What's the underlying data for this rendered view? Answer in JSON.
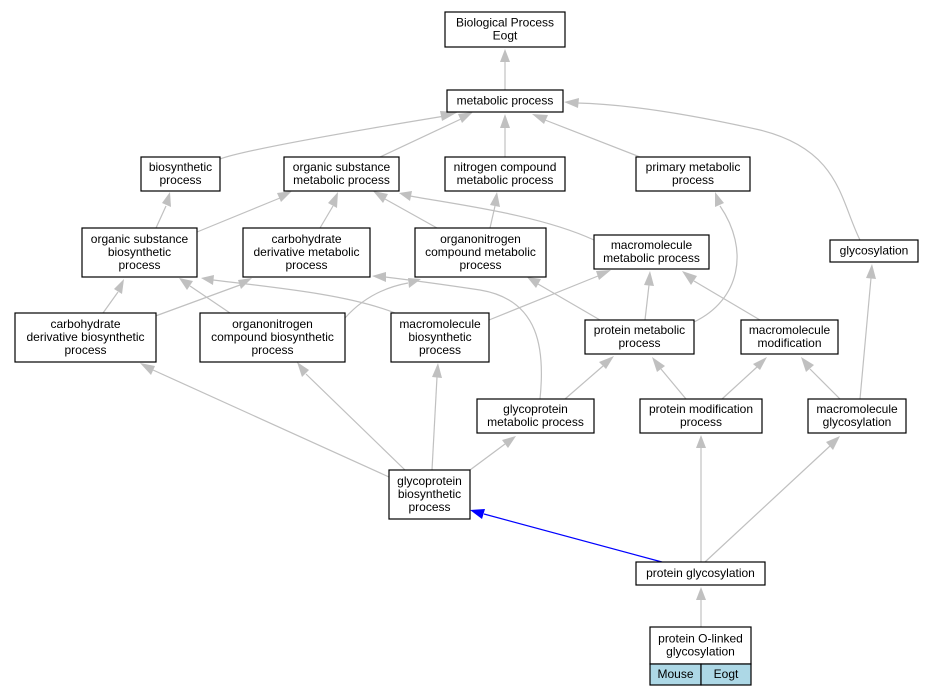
{
  "colors": {
    "edge": "#c0c0c0",
    "highlight_edge": "#0000ff",
    "node_border": "#000000",
    "annotation_fill": "#add8e6"
  },
  "nodes": {
    "root": [
      "Biological Process",
      "Eogt"
    ],
    "metabolic": [
      "metabolic process"
    ],
    "biosynthetic": [
      "biosynthetic",
      "process"
    ],
    "organic_substance_metabolic": [
      "organic substance",
      "metabolic process"
    ],
    "nitrogen_compound_metabolic": [
      "nitrogen compound",
      "metabolic process"
    ],
    "primary_metabolic": [
      "primary metabolic",
      "process"
    ],
    "organic_substance_biosynthetic": [
      "organic substance",
      "biosynthetic",
      "process"
    ],
    "carbohydrate_derivative_metabolic": [
      "carbohydrate",
      "derivative metabolic",
      "process"
    ],
    "organonitrogen_compound_metabolic": [
      "organonitrogen",
      "compound metabolic",
      "process"
    ],
    "macromolecule_metabolic": [
      "macromolecule",
      "metabolic process"
    ],
    "glycosylation": [
      "glycosylation"
    ],
    "carbohydrate_derivative_biosynthetic": [
      "carbohydrate",
      "derivative biosynthetic",
      "process"
    ],
    "organonitrogen_compound_biosynthetic": [
      "organonitrogen",
      "compound biosynthetic",
      "process"
    ],
    "macromolecule_biosynthetic": [
      "macromolecule",
      "biosynthetic",
      "process"
    ],
    "protein_metabolic": [
      "protein metabolic",
      "process"
    ],
    "macromolecule_modification": [
      "macromolecule",
      "modification"
    ],
    "glycoprotein_metabolic": [
      "glycoprotein",
      "metabolic process"
    ],
    "protein_modification": [
      "protein modification",
      "process"
    ],
    "macromolecule_glycosylation": [
      "macromolecule",
      "glycosylation"
    ],
    "glycoprotein_biosynthetic": [
      "glycoprotein",
      "biosynthetic",
      "process"
    ],
    "protein_glycosylation": [
      "protein glycosylation"
    ],
    "protein_o_linked_glycosylation": [
      "protein O-linked",
      "glycosylation"
    ]
  },
  "annotation": {
    "species": "Mouse",
    "gene": "Eogt"
  }
}
